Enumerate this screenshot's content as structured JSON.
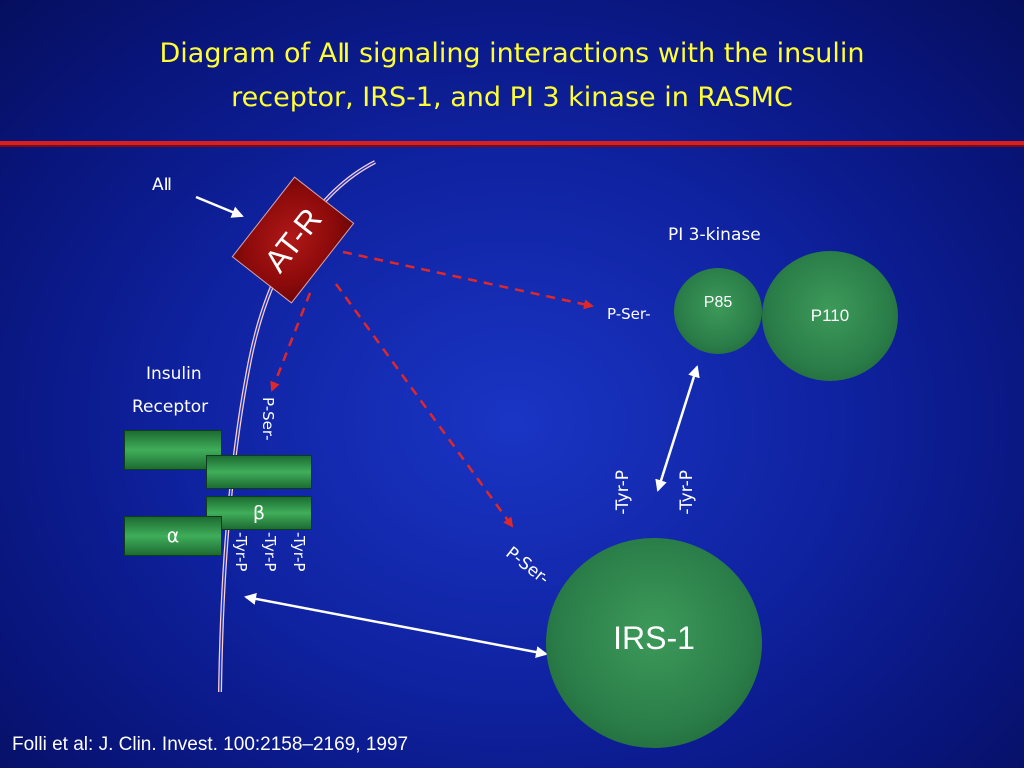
{
  "title": {
    "line1": "Diagram of AⅡ signaling interactions with the insulin",
    "line2": "receptor, IRS-1, and PI 3 kinase in RASMC"
  },
  "diagram": {
    "ligand_label": "AⅡ",
    "receptor_label": "AT-R",
    "insulin_receptor_label_1": "Insulin",
    "insulin_receptor_label_2": "Receptor",
    "alpha_label": "α",
    "beta_label": "β",
    "p_ser_receptor": "P-Ser-",
    "tyr_p_1": "-Tyr-P",
    "tyr_p_2": "-Tyr-P",
    "tyr_p_3": "-Tyr-P",
    "pi3k_label": "PI 3-kinase",
    "p_ser_pi3k": "P-Ser-",
    "p85_label": "P85",
    "p110_label": "P110",
    "p_ser_irs": "P-Ser-",
    "irs_tyr_p_1": "-Tyr-P",
    "irs_tyr_p_2": "-Tyr-P",
    "irs1_label": "IRS-1"
  },
  "colors": {
    "title": "#ffff33",
    "dashed_arrows": "#e02828",
    "receptor": "#8c0a0a",
    "protein": "#2a7d48"
  },
  "citation": "Folli et al: J. Clin. Invest. 100:2158–2169, 1997"
}
